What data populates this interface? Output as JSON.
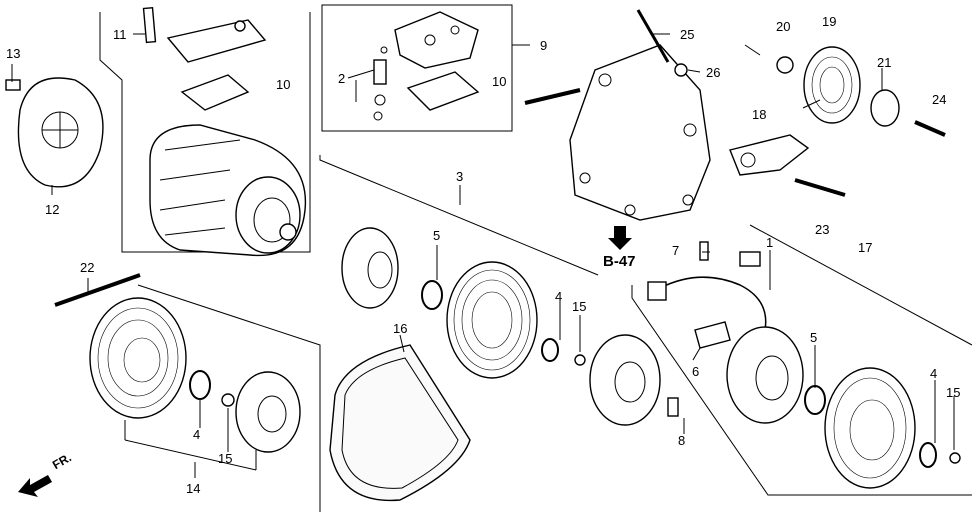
{
  "diagram": {
    "callouts": [
      {
        "id": "c11",
        "text": "11"
      },
      {
        "id": "c10a",
        "text": "10"
      },
      {
        "id": "c13",
        "text": "13"
      },
      {
        "id": "c12",
        "text": "12"
      },
      {
        "id": "c2",
        "text": "2"
      },
      {
        "id": "c9",
        "text": "9"
      },
      {
        "id": "c10b",
        "text": "10"
      },
      {
        "id": "c25",
        "text": "25"
      },
      {
        "id": "c26",
        "text": "26"
      },
      {
        "id": "c20",
        "text": "20"
      },
      {
        "id": "c19",
        "text": "19"
      },
      {
        "id": "c21",
        "text": "21"
      },
      {
        "id": "c24",
        "text": "24"
      },
      {
        "id": "c18",
        "text": "18"
      },
      {
        "id": "c3",
        "text": "3"
      },
      {
        "id": "c22",
        "text": "22"
      },
      {
        "id": "c5a",
        "text": "5"
      },
      {
        "id": "c4a",
        "text": "4"
      },
      {
        "id": "c15a",
        "text": "15"
      },
      {
        "id": "c16",
        "text": "16"
      },
      {
        "id": "c7",
        "text": "7"
      },
      {
        "id": "c23",
        "text": "23"
      },
      {
        "id": "c17",
        "text": "17"
      },
      {
        "id": "c1",
        "text": "1"
      },
      {
        "id": "c6",
        "text": "6"
      },
      {
        "id": "c8",
        "text": "8"
      },
      {
        "id": "c5b",
        "text": "5"
      },
      {
        "id": "c4b",
        "text": "4"
      },
      {
        "id": "c15b",
        "text": "15"
      },
      {
        "id": "c4c",
        "text": "4"
      },
      {
        "id": "c15c",
        "text": "15"
      },
      {
        "id": "c14",
        "text": "14"
      }
    ],
    "reference_label": "B-47",
    "direction_label": "FR."
  }
}
